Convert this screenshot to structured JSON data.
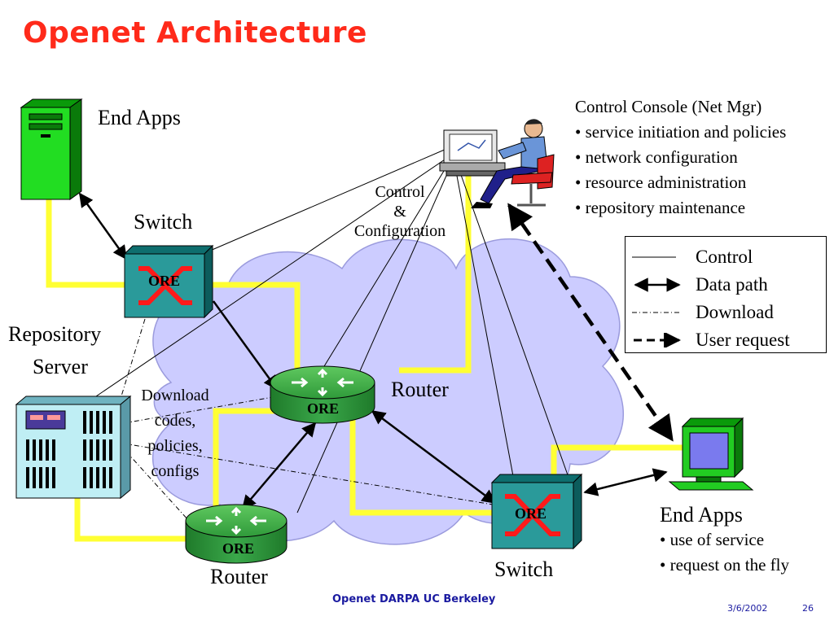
{
  "slide": {
    "title": "Openet Architecture",
    "footer": "Openet DARPA UC Berkeley",
    "date": "3/6/2002",
    "page_number": "26"
  },
  "labels": {
    "end_apps_top": "End Apps",
    "switch_top": "Switch",
    "repository_line1": "Repository",
    "repository_line2": "Server",
    "router_right": "Router",
    "router_bottom": "Router",
    "switch_bottom": "Switch",
    "ore": "ORE",
    "control_config_lines": [
      "Control",
      "&",
      "Configuration"
    ],
    "download_lines": [
      "Download",
      "codes,",
      "policies,",
      "configs"
    ]
  },
  "control_console": {
    "title": "Control Console (Net Mgr)",
    "bullets": [
      "• service initiation and policies",
      "• network configuration",
      "• resource administration",
      "• repository maintenance"
    ]
  },
  "end_apps_bottom": {
    "title": "End Apps",
    "bullets": [
      "• use of service",
      "• request on the fly"
    ]
  },
  "legend": {
    "items": [
      "Control",
      "Data path",
      "Download",
      "User request"
    ]
  },
  "colors": {
    "title": "#ff2a1a",
    "cloud": "#ccccff",
    "link": "#ffff33",
    "switch": "#2a9a9a",
    "router": "#2a9a3a",
    "footer": "#1a1aa0"
  }
}
